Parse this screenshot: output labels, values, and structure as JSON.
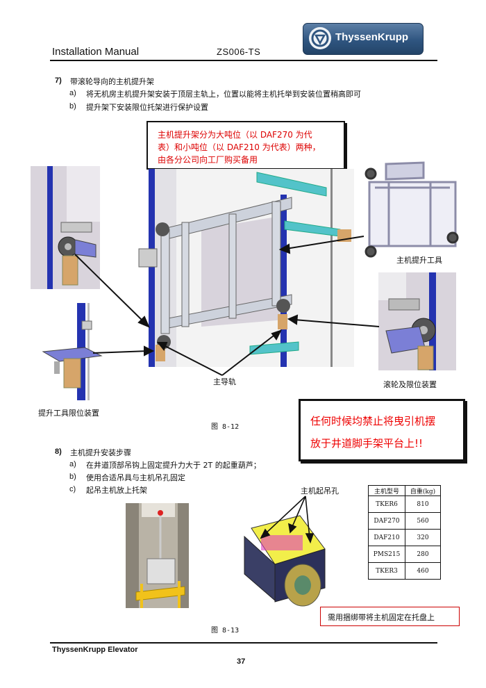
{
  "header": {
    "title": "Installation Manual",
    "doc_code": "ZS006-TS",
    "brand": "ThyssenKrupp"
  },
  "section7": {
    "number": "7)",
    "title": "带滚轮导向的主机提升架",
    "items": [
      {
        "label": "a)",
        "text": "将无机房主机提升架安装于顶层主轨上，位置以能将主机托举到安装位置稍高即可"
      },
      {
        "label": "b)",
        "text": "提升架下安装限位托架进行保护设置"
      }
    ],
    "notice_lines": [
      "主机提升架分为大吨位（以 DAF270 为代",
      "表）和小吨位（以 DAF210 为代表）两种，",
      "由各分公司向工厂购买备用"
    ],
    "labels": {
      "lift_tool": "主机提升工具",
      "roller_limit": "滚轮及限位装置",
      "main_rail": "主导轨",
      "tool_limit": "提升工具限位装置"
    },
    "figure": "图 8-12"
  },
  "warning_lines": [
    "任何时候均禁止将曳引机摆",
    "放于井道脚手架平台上!!"
  ],
  "section8": {
    "number": "8)",
    "title": "主机提升安装步骤",
    "items": [
      {
        "label": "a)",
        "text": "在井道顶部吊钩上固定提升力大于 2T 的起重葫芦；"
      },
      {
        "label": "b)",
        "text": "使用合适吊具与主机吊孔固定"
      },
      {
        "label": "c)",
        "text": "起吊主机放上托架"
      }
    ],
    "hoist_hole_label": "主机起吊孔",
    "table": {
      "headers": [
        "主机型号",
        "自重(kg)"
      ],
      "rows": [
        [
          "TKER6",
          "810"
        ],
        [
          "DAF270",
          "560"
        ],
        [
          "DAF210",
          "320"
        ],
        [
          "PMS215",
          "280"
        ],
        [
          "TKER3",
          "460"
        ]
      ]
    },
    "note": "需用捆绑带将主机固定在托盘上",
    "figure": "图 8-13"
  },
  "footer": {
    "company": "ThyssenKrupp Elevator",
    "page": "37"
  },
  "colors": {
    "notice_red": "#dd0000",
    "rail_blue": "#2233aa",
    "bracket_purple": "#7b7fd6"
  }
}
